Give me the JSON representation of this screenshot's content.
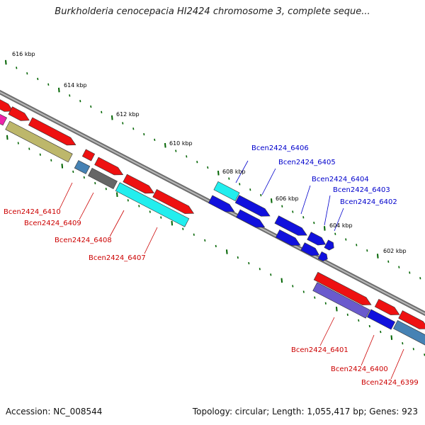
{
  "title": "Burkholderia cenocepacia HI2424 chromosome 3, complete seque...",
  "accession_text": "Accession: NC_008544",
  "topology_text": "Topology: circular; Length: 1,055,417 bp; Genes: 923",
  "colors": {
    "forward_gene": "#ee1111",
    "reverse_gene": "#1111dd",
    "cyan_gene": "#22eeee",
    "olive_gene": "#bdb76b",
    "slate_gene": "#4682b4",
    "purple_gene": "#6a5acd",
    "gray_gene": "#666666",
    "magenta_gene": "#ee22aa",
    "backbone": "#8c8c8c",
    "tick": "#006400",
    "upper_label": "#0000cc",
    "lower_label": "#cc0000"
  },
  "kbp_ticks": [
    "616 kbp",
    "614 kbp",
    "612 kbp",
    "610 kbp",
    "608 kbp",
    "606 kbp",
    "604 kbp",
    "602 kbp"
  ],
  "upper_labels": [
    "Bcen2424_6406",
    "Bcen2424_6405",
    "Bcen2424_6404",
    "Bcen2424_6403",
    "Bcen2424_6402"
  ],
  "lower_labels": [
    "Bcen2424_6410",
    "Bcen2424_6409",
    "Bcen2424_6408",
    "Bcen2424_6407",
    "Bcen2424_6401",
    "Bcen2424_6400",
    "Bcen2424_6399"
  ]
}
